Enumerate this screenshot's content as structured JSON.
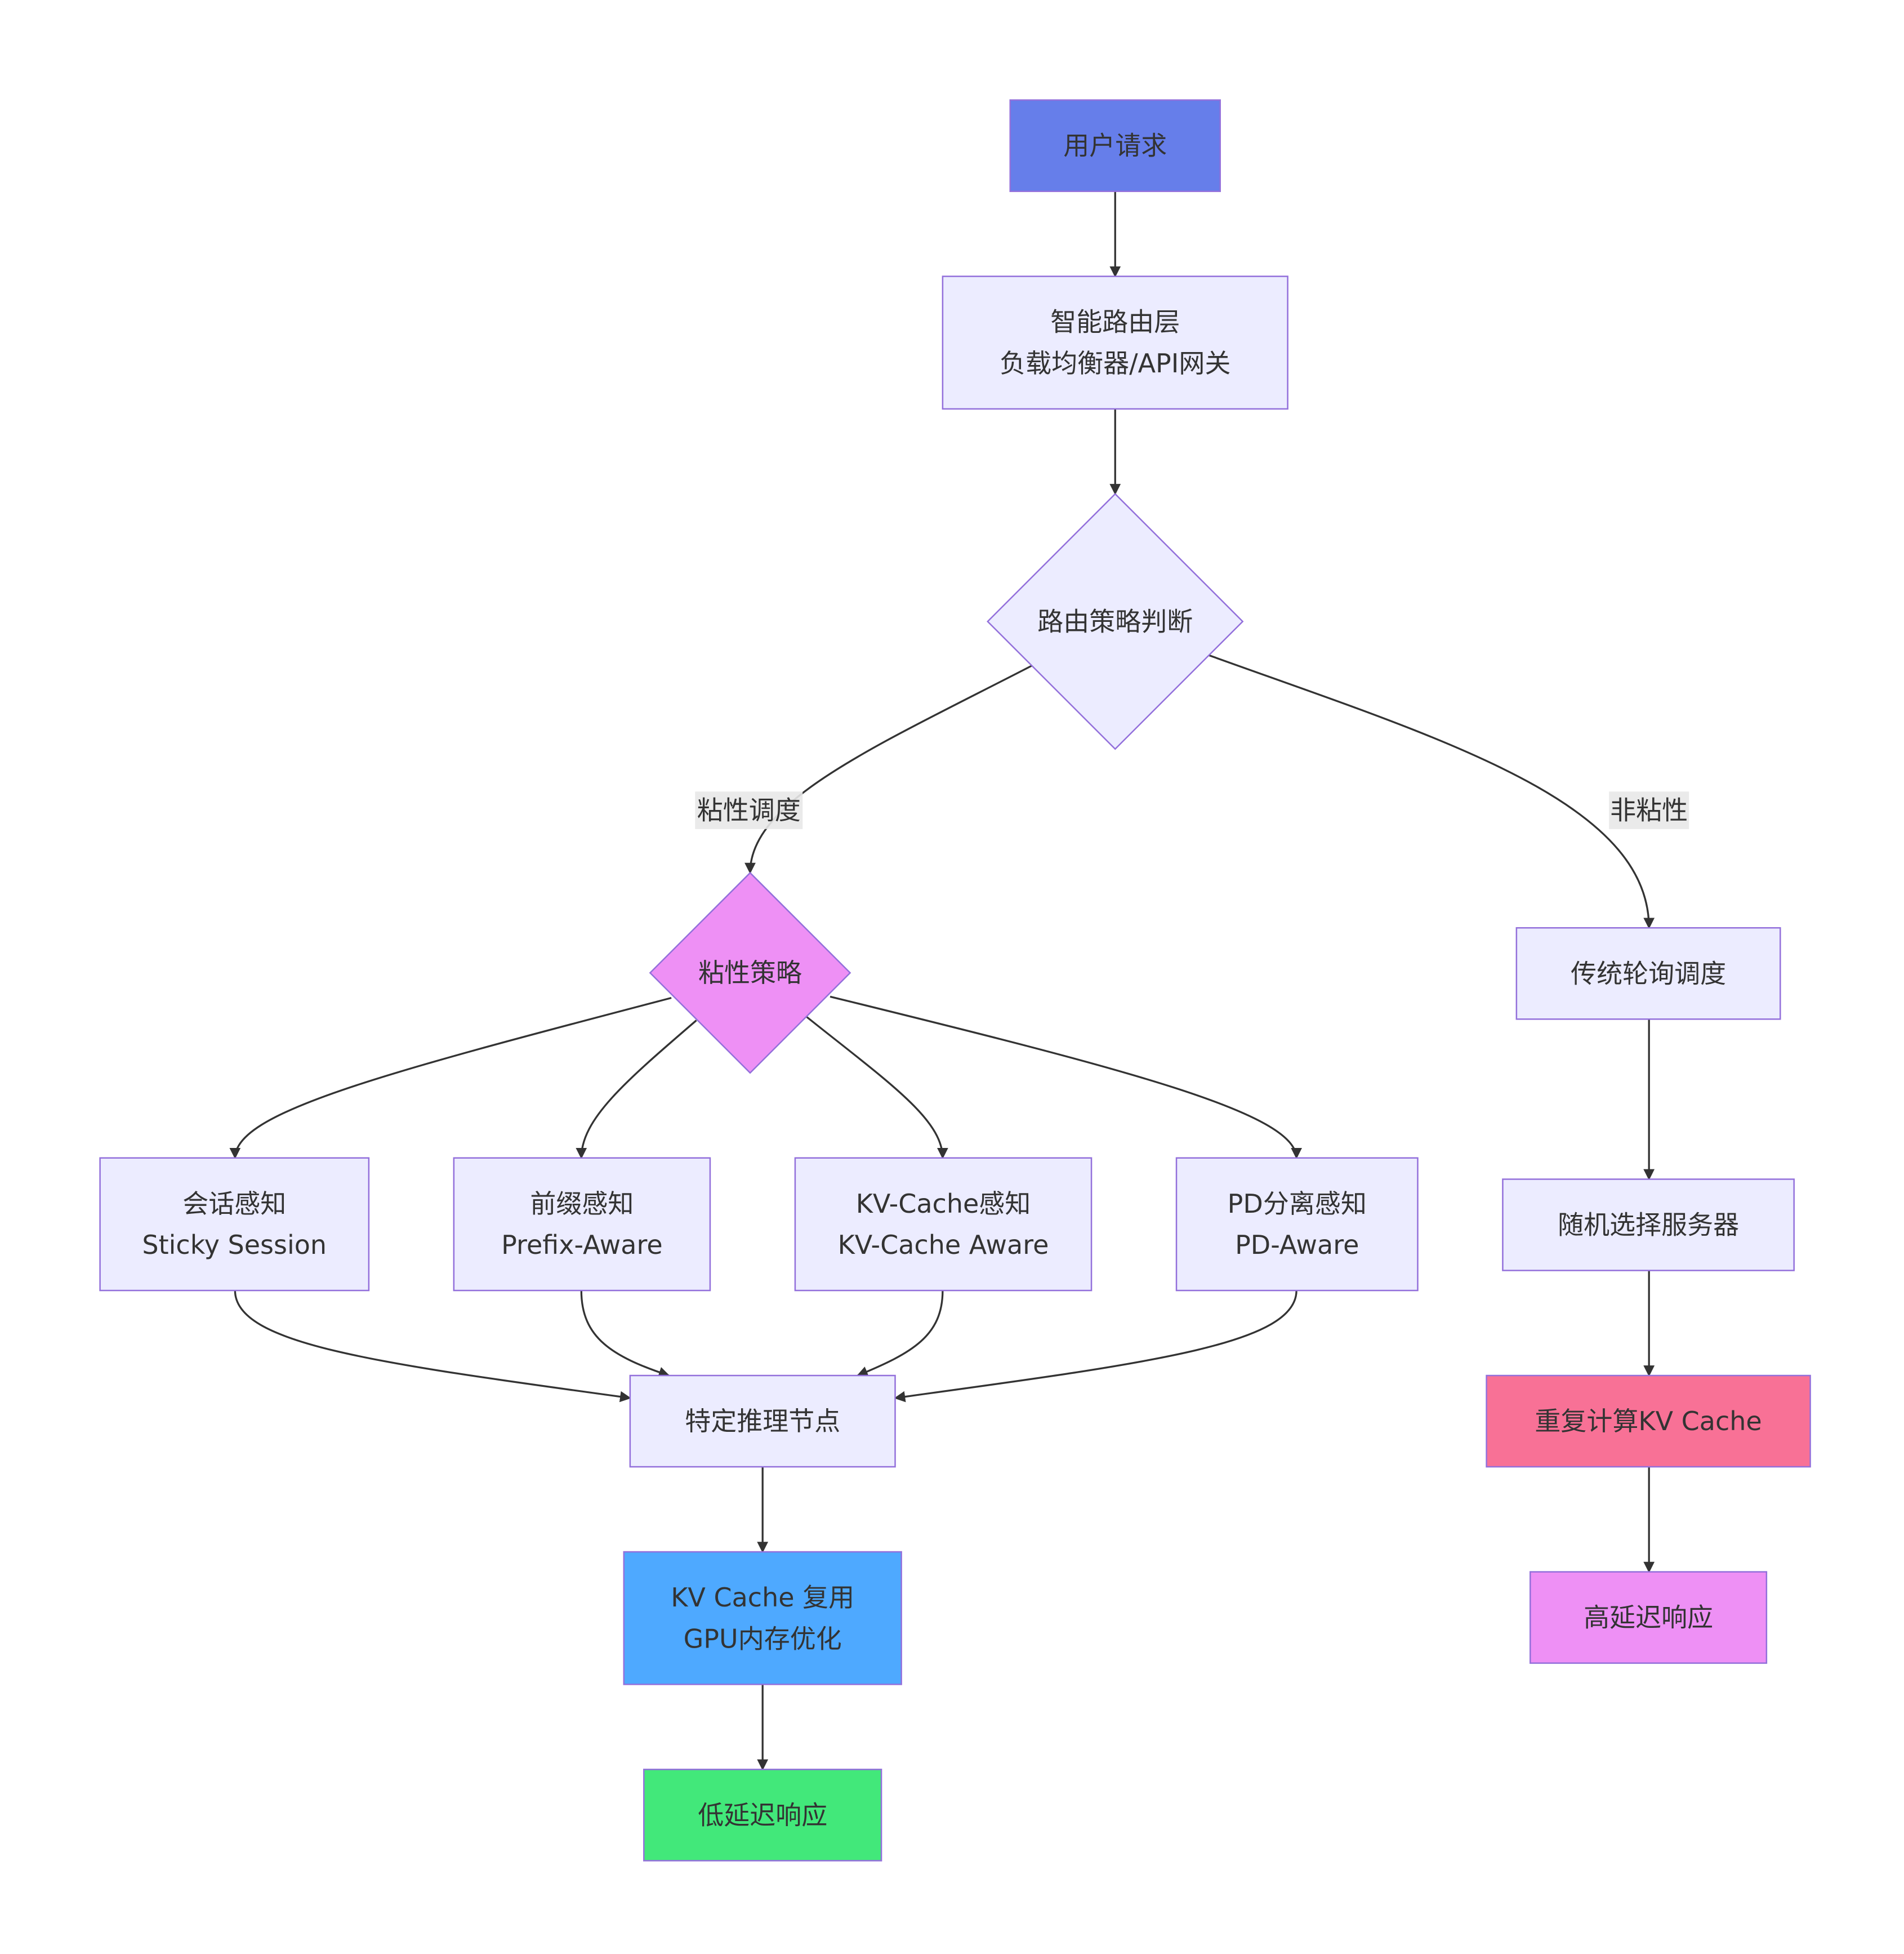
{
  "nodes": {
    "user_request": {
      "lines": [
        "用户请求"
      ],
      "fill": "#667eea"
    },
    "gateway": {
      "lines": [
        "智能路由层",
        "负载均衡器/API网关"
      ],
      "fill": "#ececff"
    },
    "route_decision": {
      "lines": [
        "路由策略判断"
      ],
      "fill": "#ececff"
    },
    "sticky_strategy": {
      "lines": [
        "粘性策略"
      ],
      "fill": "#ee90f5"
    },
    "round_robin": {
      "lines": [
        "传统轮询调度"
      ],
      "fill": "#ececff"
    },
    "session_aware": {
      "lines": [
        "会话感知",
        "Sticky Session"
      ],
      "fill": "#ececff"
    },
    "prefix_aware": {
      "lines": [
        "前缀感知",
        "Prefix-Aware"
      ],
      "fill": "#ececff"
    },
    "kvcache_aware": {
      "lines": [
        "KV-Cache感知",
        "KV-Cache Aware"
      ],
      "fill": "#ececff"
    },
    "pd_aware": {
      "lines": [
        "PD分离感知",
        "PD-Aware"
      ],
      "fill": "#ececff"
    },
    "random_server": {
      "lines": [
        "随机选择服务器"
      ],
      "fill": "#ececff"
    },
    "specific_node": {
      "lines": [
        "特定推理节点"
      ],
      "fill": "#ececff"
    },
    "recompute_kv": {
      "lines": [
        "重复计算KV Cache"
      ],
      "fill": "#f87196"
    },
    "kv_reuse": {
      "lines": [
        "KV Cache 复用",
        "GPU内存优化"
      ],
      "fill": "#4ea9ff"
    },
    "high_latency": {
      "lines": [
        "高延迟响应"
      ],
      "fill": "#ee90f5"
    },
    "low_latency": {
      "lines": [
        "低延迟响应"
      ],
      "fill": "#42e87a"
    }
  },
  "edge_labels": {
    "sticky": "粘性调度",
    "non_sticky": "非粘性"
  },
  "colors": {
    "node_stroke": "#9370db",
    "edge": "#333333",
    "edge_label_bg": "#e8e8e8"
  }
}
